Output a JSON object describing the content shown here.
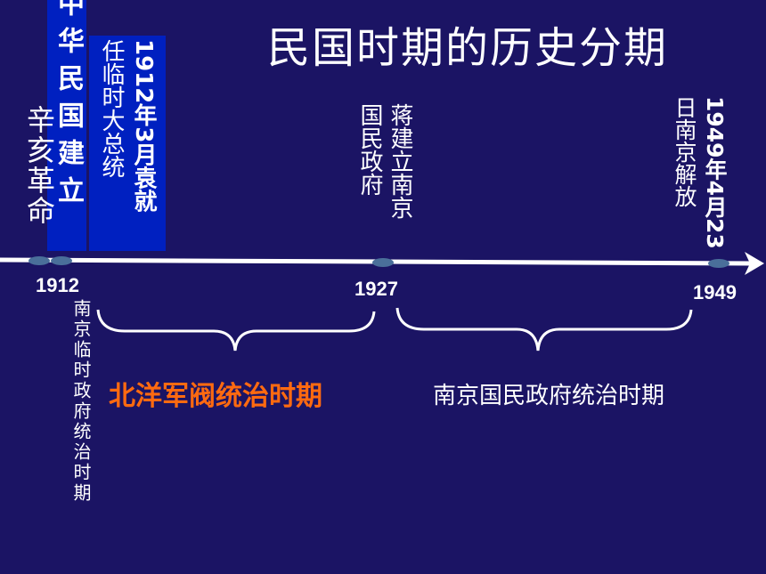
{
  "title": "民国时期的历史分期",
  "events": {
    "xinhai": "辛亥革命",
    "roc_founded": "中华民国建立",
    "yuan_line1": "1912年3月袁就",
    "yuan_line2": "任临时大总统",
    "chiang_line1": "蒋建立南京",
    "chiang_line2": "国民政府",
    "nanjing_line1": "1949年4月23",
    "nanjing_line2": "日南京解放"
  },
  "timeline": {
    "year_1912": "1912",
    "year_1927": "1927",
    "year_1949": "1949"
  },
  "periods": {
    "provisional": "南京临时政府统治时期",
    "beiyang": "北洋军阀统治时期",
    "nationalist": "南京国民政府统治时期"
  },
  "colors": {
    "background": "#1b1464",
    "box_blue": "#0020c0",
    "highlight_orange": "#ff6a10",
    "dot": "#4a6f9a"
  }
}
